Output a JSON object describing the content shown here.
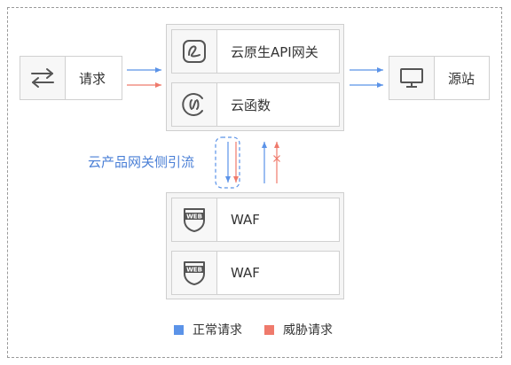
{
  "client": {
    "label": "请求",
    "icon": "swap-arrows-icon"
  },
  "origin": {
    "label": "源站",
    "icon": "monitor-icon"
  },
  "cloud_products": [
    {
      "label": "云原生API网关",
      "icon": "api-gateway-icon"
    },
    {
      "label": "云函数",
      "icon": "cloud-function-icon"
    }
  ],
  "waf_nodes": [
    {
      "label": "WAF",
      "icon": "web-shield-icon"
    },
    {
      "label": "WAF",
      "icon": "web-shield-icon"
    }
  ],
  "traffic_diversion_label": "云产品网关侧引流",
  "legend": [
    {
      "label": "正常请求",
      "color": "#5b93e8"
    },
    {
      "label": "威胁请求",
      "color": "#ef7a6c"
    }
  ]
}
